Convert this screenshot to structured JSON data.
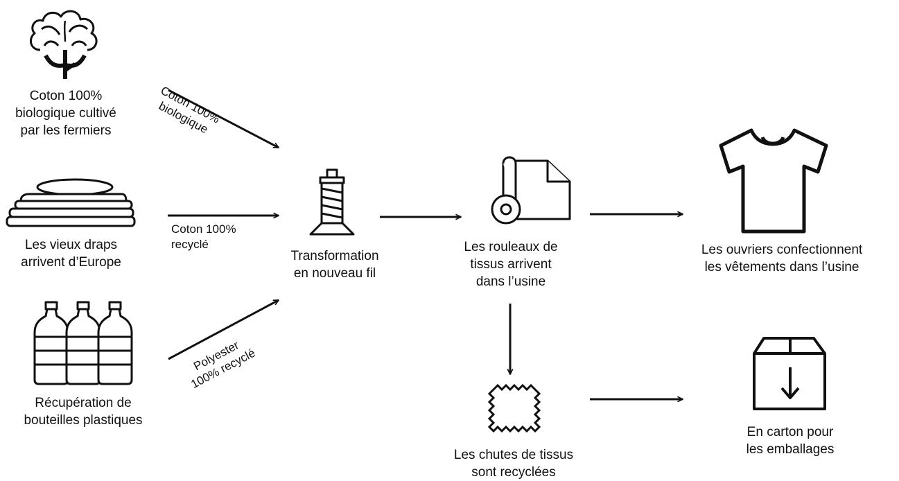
{
  "sources": {
    "cotton": {
      "icon": "cotton-plant-icon",
      "lines": [
        "Coton 100%",
        "biologique cultivé",
        "par les fermiers"
      ]
    },
    "sheets": {
      "icon": "stacked-sheets-icon",
      "lines": [
        "Les vieux draps",
        "arrivent d’Europe"
      ]
    },
    "bottles": {
      "icon": "plastic-bottles-icon",
      "lines": [
        "Récupération de",
        "bouteilles plastiques"
      ]
    }
  },
  "edges": {
    "cotton_to_yarn": [
      "Coton 100%",
      "biologique"
    ],
    "sheets_to_yarn": [
      "Coton 100%",
      "recyclé"
    ],
    "bottles_to_yarn": [
      "Polyester",
      "100% recyclé"
    ]
  },
  "steps": {
    "yarn": {
      "icon": "thread-spool-icon",
      "lines": [
        "Transformation",
        "en nouveau fil"
      ]
    },
    "rolls": {
      "icon": "fabric-roll-icon",
      "lines": [
        "Les rouleaux de",
        "tissus arrivent",
        "dans l’usine"
      ]
    },
    "workers": {
      "icon": "tshirt-icon",
      "lines": [
        "Les ouvriers confectionnent",
        "les vêtements dans l’usine"
      ]
    },
    "scraps": {
      "icon": "fabric-scrap-icon",
      "lines": [
        "Les chutes de tissus",
        "sont recyclées"
      ]
    },
    "carton": {
      "icon": "cardboard-box-icon",
      "lines": [
        "En carton pour",
        "les emballages"
      ]
    }
  },
  "colors": {
    "ink": "#111111",
    "background": "#ffffff"
  }
}
